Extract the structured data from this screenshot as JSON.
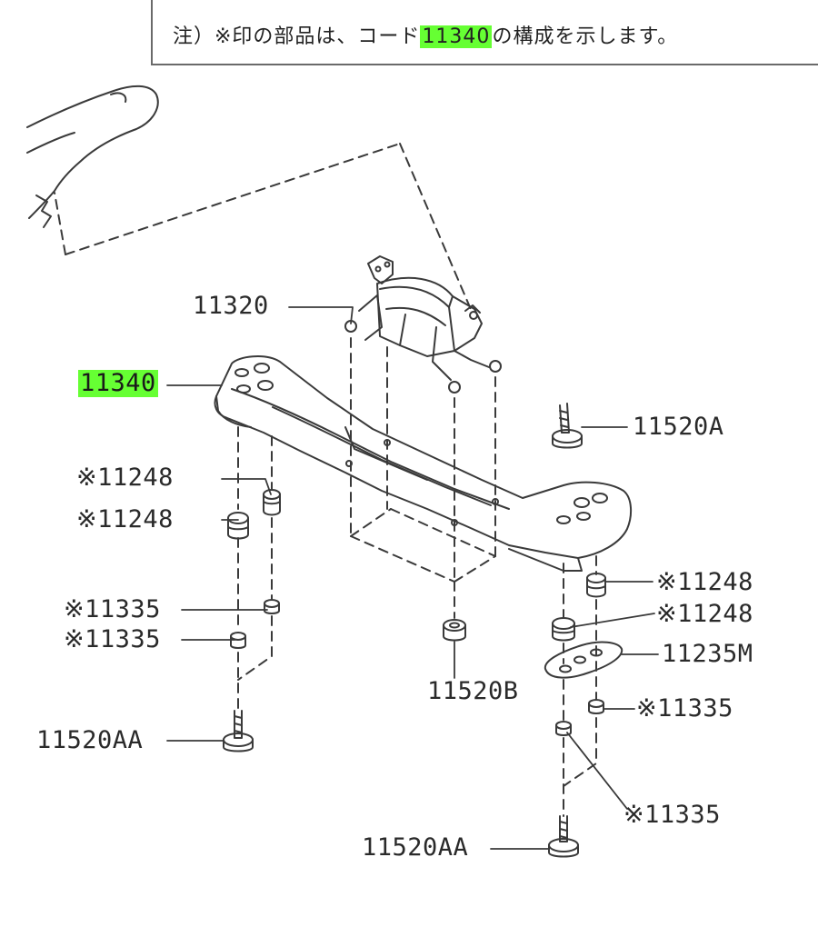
{
  "note": {
    "prefix": "注）※印の部品は、コード",
    "code": "11340",
    "suffix": "の構成を示します。"
  },
  "highlight_color": "#66ff33",
  "callouts": {
    "c11320": "11320",
    "c11340": "11340",
    "c11520a": "11520A",
    "c11248_1": "※11248",
    "c11248_2": "※11248",
    "c11335_1": "※11335",
    "c11335_2": "※11335",
    "c11520aa_1": "11520AA",
    "c11520b": "11520B",
    "c11248_3": "※11248",
    "c11248_4": "※11248",
    "c11235m": "11235M",
    "c11335_3": "※11335",
    "c11335_4": "※11335",
    "c11520aa_2": "11520AA"
  }
}
